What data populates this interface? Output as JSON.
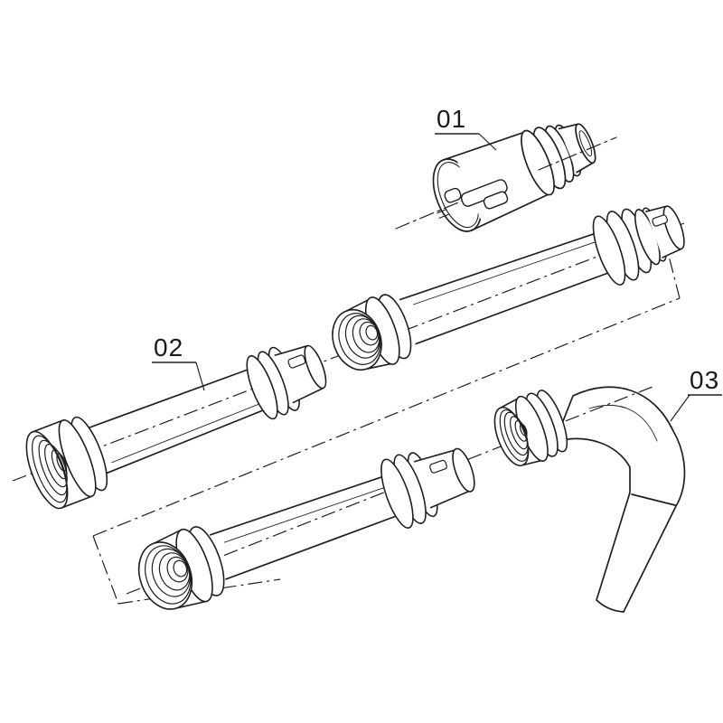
{
  "diagram": {
    "background_color": "#ffffff",
    "line_color": "#1f1f1f",
    "parts": [
      {
        "label": "01"
      },
      {
        "label": "02"
      },
      {
        "label": "03"
      }
    ]
  }
}
